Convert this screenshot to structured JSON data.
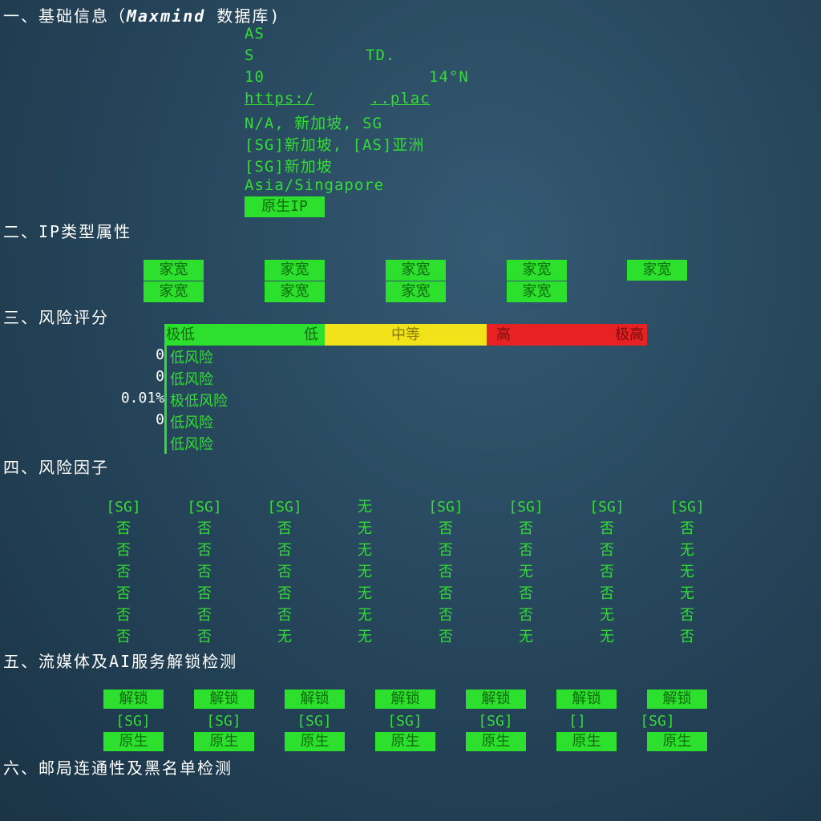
{
  "sections": {
    "s1_prefix": "一、基础信息（",
    "s1_source": "Maxmind",
    "s1_suffix": " 数据库)",
    "s2": "二、IP类型属性",
    "s3": "三、风险评分",
    "s4": "四、风险因子",
    "s5": "五、流媒体及AI服务解锁检测",
    "s6": "六、邮局连通性及黑名单检测"
  },
  "basic_info": {
    "asn": "AS",
    "org_part1": "S",
    "org_part2": "TD.",
    "coords_part1": "10",
    "coords_part2": "14°N",
    "url_part1": "https:/",
    "url_part2": "..plac",
    "city": "N/A, 新加坡, SG",
    "usage_location": "[SG]新加坡, [AS]亚洲",
    "registered_location": "[SG]新加坡",
    "timezone": "Asia/Singapore",
    "ip_type": "原生IP"
  },
  "ip_type_attrs": [
    [
      "家宽",
      "家宽"
    ],
    [
      "家宽",
      "家宽"
    ],
    [
      "家宽",
      "家宽"
    ],
    [
      "家宽",
      "家宽"
    ],
    [
      "家宽"
    ]
  ],
  "risk_bar": {
    "very_low": "极低",
    "low": "低",
    "medium": "中等",
    "high": "高",
    "very_high": "极高",
    "colors": {
      "low": "#2ee02e",
      "medium": "#f2e21a",
      "high": "#e82222"
    }
  },
  "risk_scores": [
    {
      "value": "0",
      "label": "低风险"
    },
    {
      "value": "0",
      "label": "低风险"
    },
    {
      "value": "0.01%",
      "label": "极低风险"
    },
    {
      "value": "0",
      "label": "低风险"
    },
    {
      "value": "",
      "label": "低风险"
    }
  ],
  "risk_factors": [
    [
      "[SG]",
      "否",
      "否",
      "否",
      "否",
      "否",
      "否"
    ],
    [
      "[SG]",
      "否",
      "否",
      "否",
      "否",
      "否",
      "否"
    ],
    [
      "[SG]",
      "否",
      "否",
      "否",
      "否",
      "否",
      "无"
    ],
    [
      "无",
      "无",
      "无",
      "无",
      "无",
      "无",
      "无"
    ],
    [
      "[SG]",
      "否",
      "否",
      "否",
      "否",
      "否",
      "否"
    ],
    [
      "[SG]",
      "否",
      "否",
      "无",
      "否",
      "否",
      "无"
    ],
    [
      "[SG]",
      "否",
      "否",
      "否",
      "否",
      "无",
      "无"
    ],
    [
      "[SG]",
      "否",
      "无",
      "无",
      "无",
      "否",
      "否"
    ]
  ],
  "streaming": [
    {
      "status": "解锁",
      "region": "[SG]",
      "type": "原生"
    },
    {
      "status": "解锁",
      "region": "[SG]",
      "type": "原生"
    },
    {
      "status": "解锁",
      "region": "[SG]",
      "type": "原生"
    },
    {
      "status": "解锁",
      "region": "[SG]",
      "type": "原生"
    },
    {
      "status": "解锁",
      "region": "[SG]",
      "type": "原生"
    },
    {
      "status": "解锁",
      "region": "[]",
      "type": "原生"
    },
    {
      "status": "解锁",
      "region": "[SG]",
      "type": "原生"
    }
  ]
}
